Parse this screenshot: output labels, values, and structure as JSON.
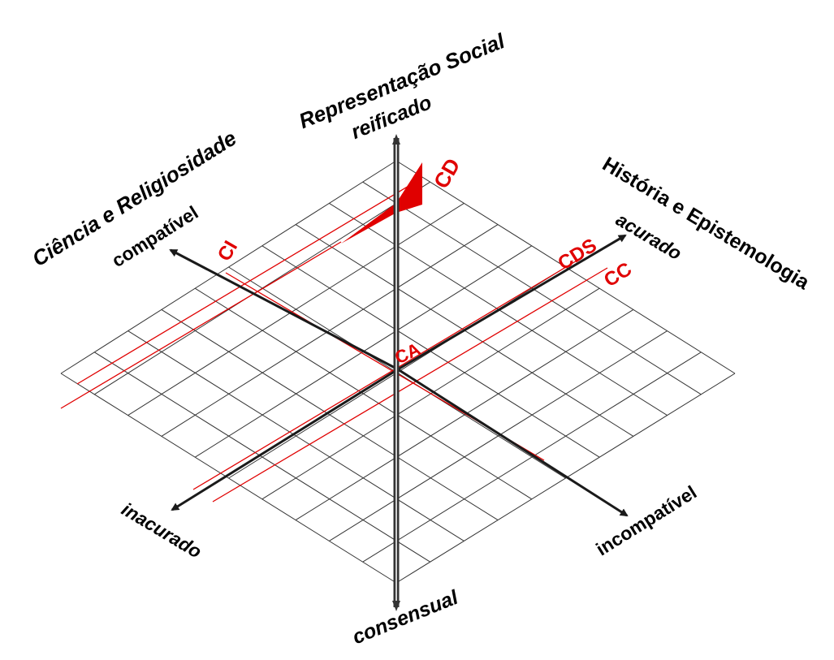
{
  "axes": {
    "social_representation": {
      "title": "Representação Social",
      "top_label": "reificado",
      "bottom_label": "consensual"
    },
    "science_religiosity": {
      "title": "Ciência e Religiosidade",
      "positive_label": "compatível",
      "negative_label": "incompatível"
    },
    "history_epistemology": {
      "title": "História e Epistemologia",
      "positive_label": "acurado",
      "negative_label": "inacurado"
    }
  },
  "regions": {
    "cd": "CD",
    "ci": "CI",
    "cds": "CDS",
    "cc": "CC",
    "ca": "CA"
  },
  "colors": {
    "grid": "#333333",
    "axis": "#1a1a1a",
    "accent": "#e00000",
    "background": "#ffffff"
  }
}
